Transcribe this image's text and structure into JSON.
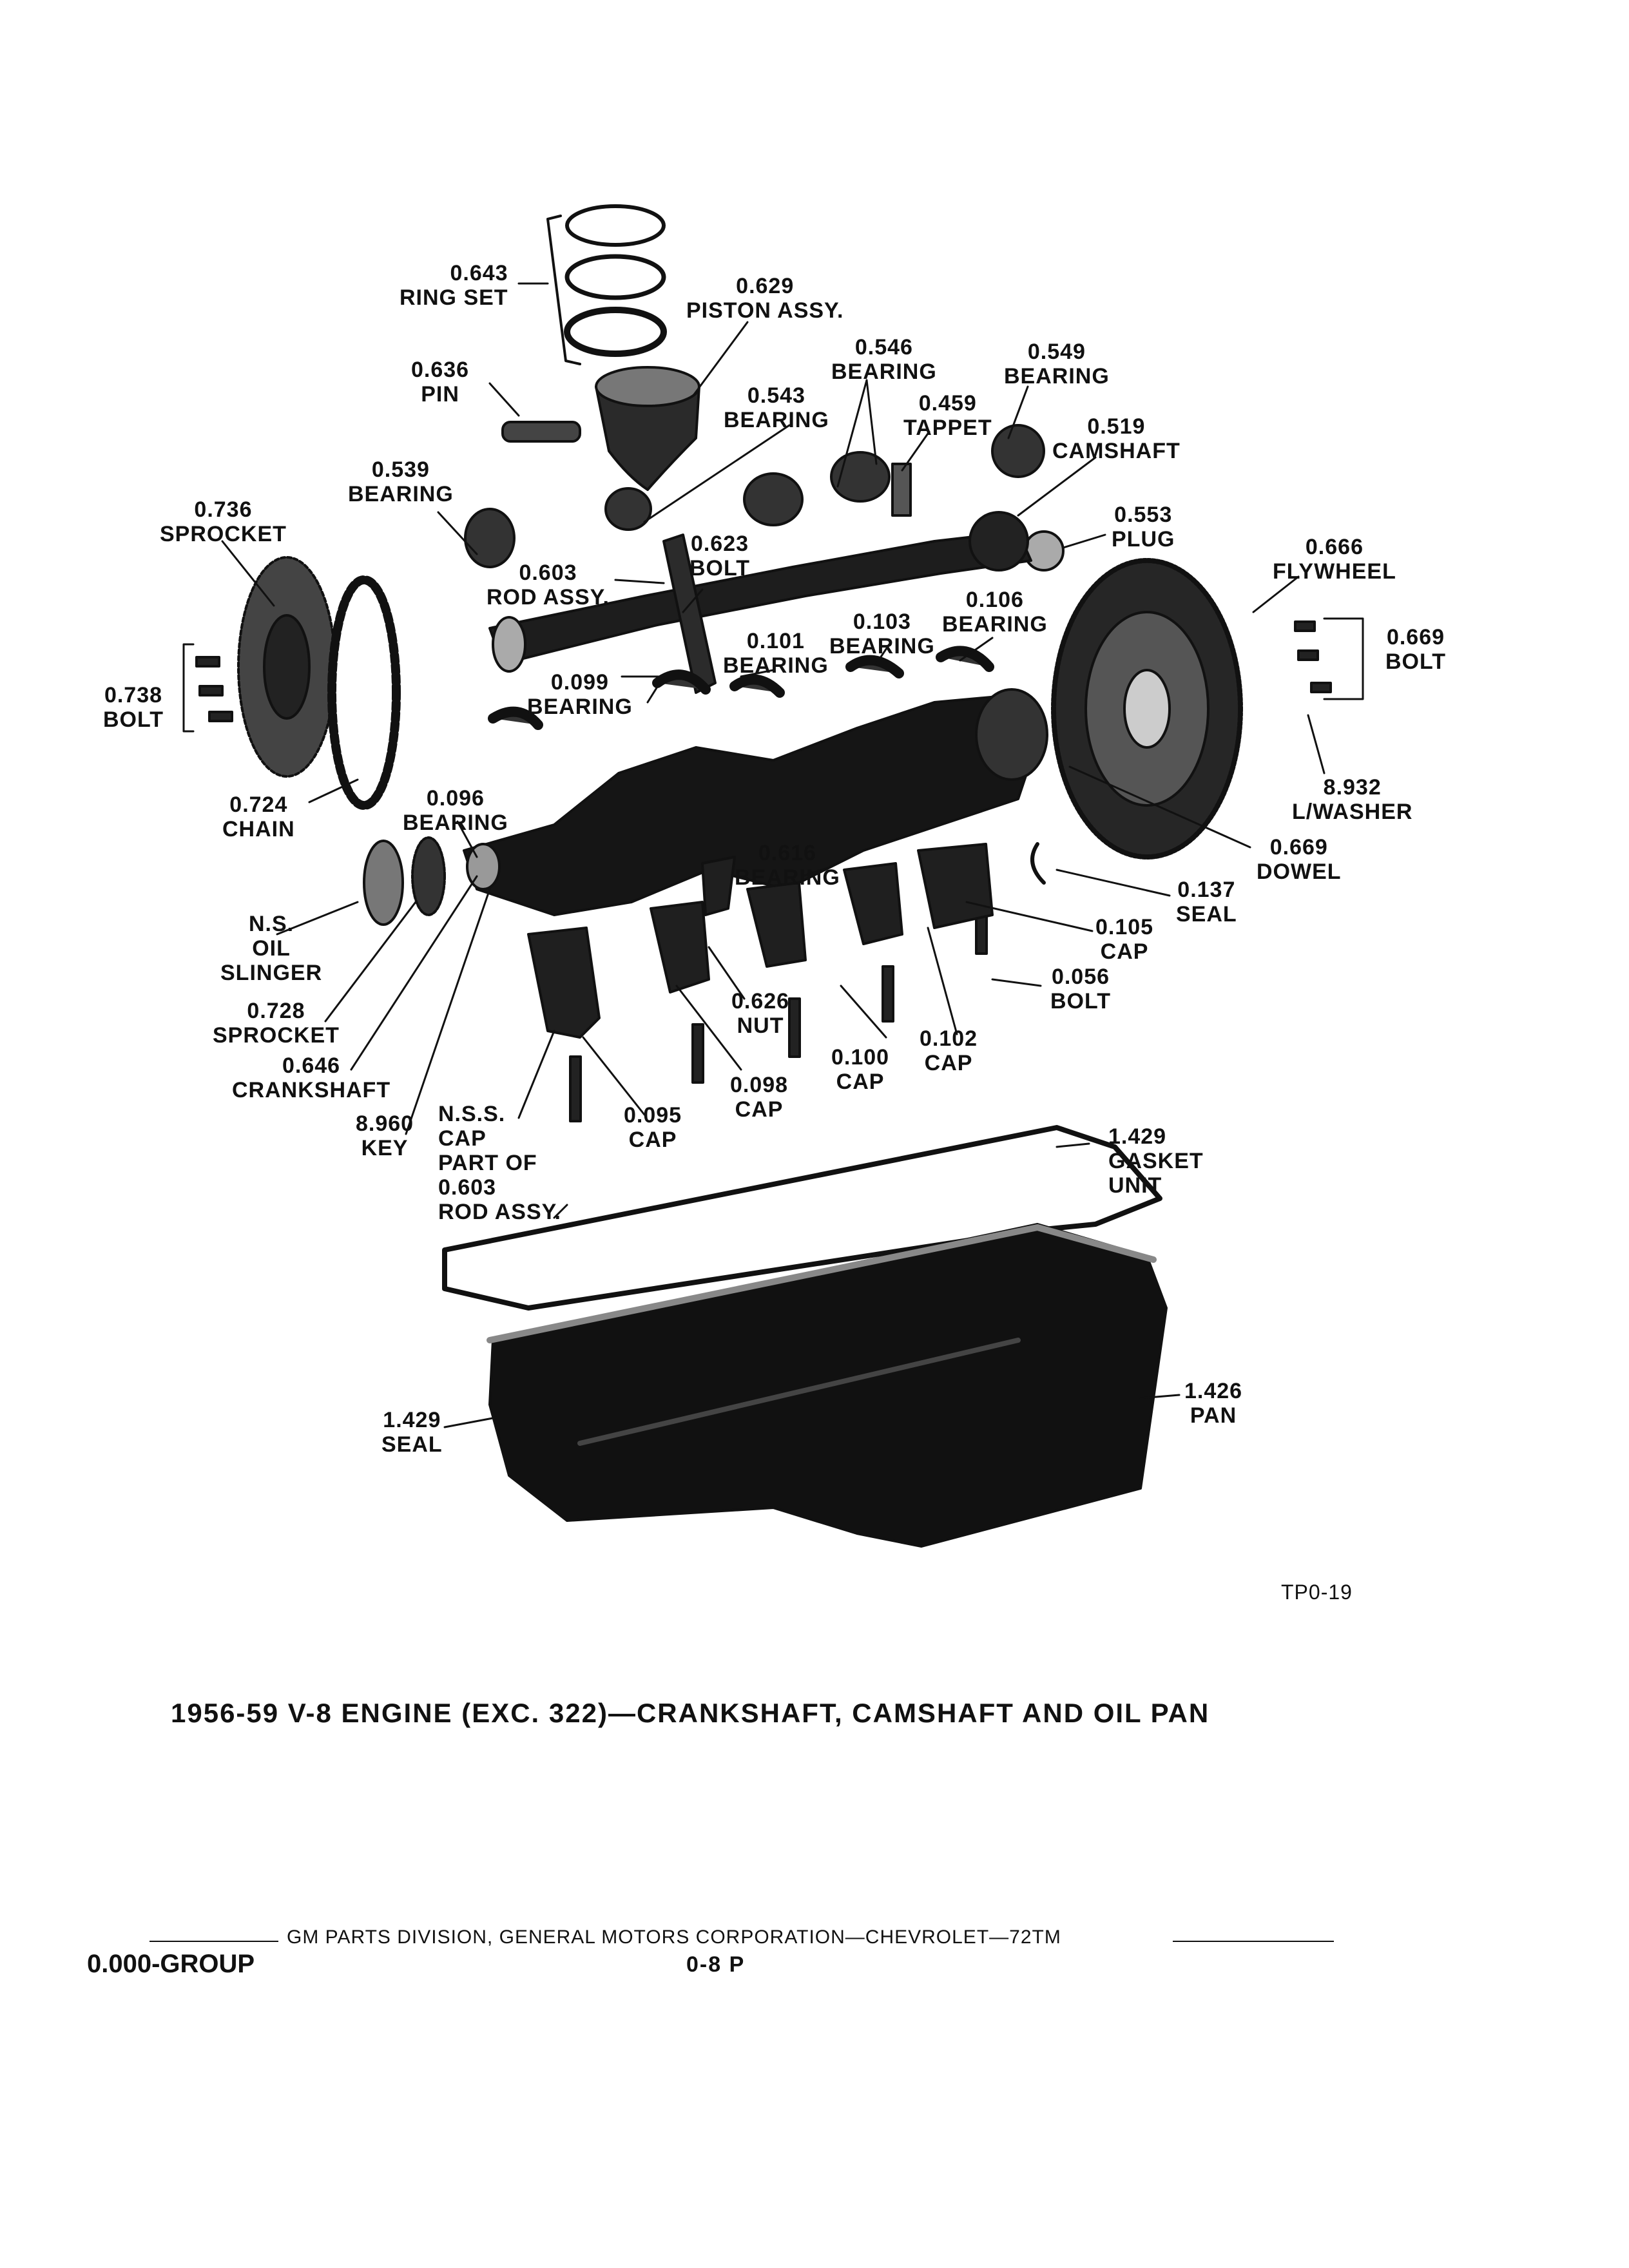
{
  "labels": {
    "ring_set": [
      "0.643",
      "RING SET"
    ],
    "piston_assy": [
      "0.629",
      "PISTON ASSY."
    ],
    "pin": [
      "0.636",
      "PIN"
    ],
    "bearing_546": [
      "0.546",
      "BEARING"
    ],
    "bearing_549": [
      "0.549",
      "BEARING"
    ],
    "bearing_543": [
      "0.543",
      "BEARING"
    ],
    "tappet": [
      "0.459",
      "TAPPET"
    ],
    "camshaft": [
      "0.519",
      "CAMSHAFT"
    ],
    "bearing_539": [
      "0.539",
      "BEARING"
    ],
    "sprocket_736": [
      "0.736",
      "SPROCKET"
    ],
    "plug": [
      "0.553",
      "PLUG"
    ],
    "bolt_623": [
      "0.623",
      "BOLT"
    ],
    "rod_assy": [
      "0.603",
      "ROD ASSY."
    ],
    "flywheel": [
      "0.666",
      "FLYWHEEL"
    ],
    "bearing_106": [
      "0.106",
      "BEARING"
    ],
    "bearing_103": [
      "0.103",
      "BEARING"
    ],
    "bearing_101": [
      "0.101",
      "BEARING"
    ],
    "bolt_669": [
      "0.669",
      "BOLT"
    ],
    "bolt_738": [
      "0.738",
      "BOLT"
    ],
    "bearing_099": [
      "0.099",
      "BEARING"
    ],
    "chain": [
      "0.724",
      "CHAIN"
    ],
    "bearing_096": [
      "0.096",
      "BEARING"
    ],
    "l_washer": [
      "8.932",
      "L/WASHER"
    ],
    "dowel": [
      "0.669",
      "DOWEL"
    ],
    "bearing_616": [
      "0.616",
      "BEARING"
    ],
    "seal_137": [
      "0.137",
      "SEAL"
    ],
    "oil_slinger": [
      "N.S.",
      "OIL",
      "SLINGER"
    ],
    "cap_105": [
      "0.105",
      "CAP"
    ],
    "bolt_056": [
      "0.056",
      "BOLT"
    ],
    "sprocket_728": [
      "0.728",
      "SPROCKET"
    ],
    "nut": [
      "0.626",
      "NUT"
    ],
    "cap_102": [
      "0.102",
      "CAP"
    ],
    "cap_100": [
      "0.100",
      "CAP"
    ],
    "crankshaft": [
      "0.646",
      "CRANKSHAFT"
    ],
    "cap_098": [
      "0.098",
      "CAP"
    ],
    "key": [
      "8.960",
      "KEY"
    ],
    "nss_cap": [
      "N.S.S.",
      "CAP",
      "PART OF",
      "0.603",
      "ROD ASSY."
    ],
    "cap_095": [
      "0.095",
      "CAP"
    ],
    "gasket_unit": [
      "1.429",
      "GASKET",
      "UNIT"
    ],
    "pan": [
      "1.426",
      "PAN"
    ],
    "seal_1429": [
      "1.429",
      "SEAL"
    ]
  },
  "tp_code": "TP0-19",
  "caption": "1956-59 V-8 ENGINE (EXC. 322)—CRANKSHAFT, CAMSHAFT AND OIL PAN",
  "footer": {
    "publisher": "GM PARTS DIVISION, GENERAL MOTORS CORPORATION—CHEVROLET—72TM",
    "group": "0.000-GROUP",
    "page": "0-8 P"
  }
}
